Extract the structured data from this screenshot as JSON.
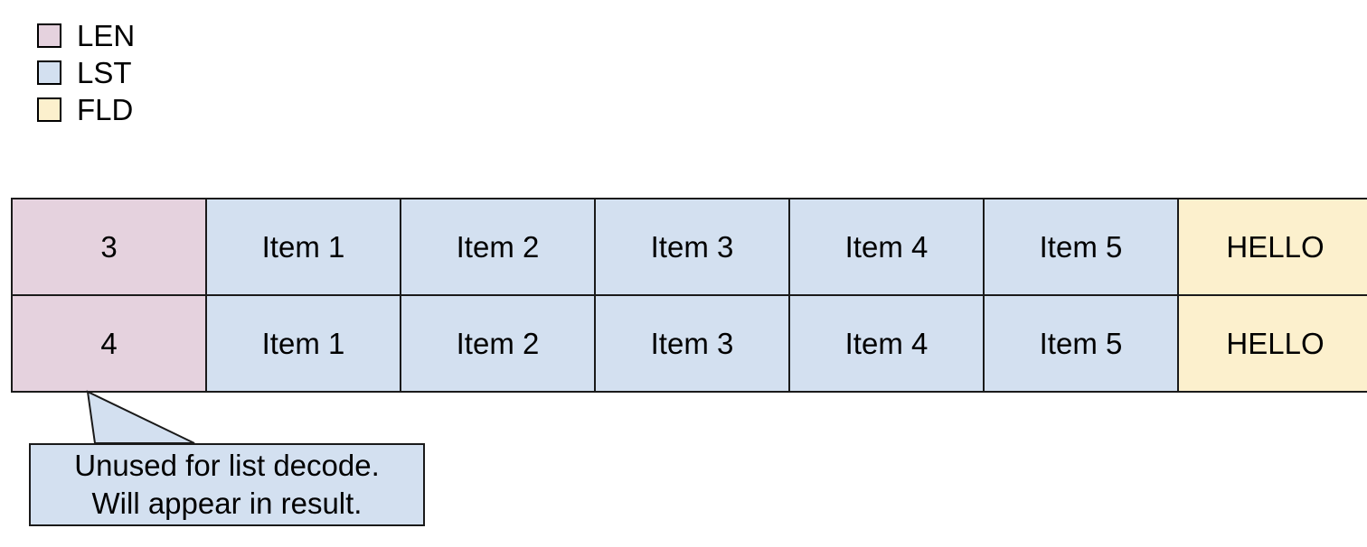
{
  "legend": {
    "items": [
      {
        "label": "LEN",
        "color": "#e5d2de",
        "icon": "legend-swatch-icon"
      },
      {
        "label": "LST",
        "color": "#d3e0f0",
        "icon": "legend-swatch-icon"
      },
      {
        "label": "FLD",
        "color": "#fcf0cd",
        "icon": "legend-swatch-icon"
      }
    ]
  },
  "table": {
    "columns": [
      {
        "kind": "LEN",
        "color": "#e5d2de"
      },
      {
        "kind": "LST",
        "color": "#d3e0f0"
      },
      {
        "kind": "LST",
        "color": "#d3e0f0"
      },
      {
        "kind": "LST",
        "color": "#d3e0f0"
      },
      {
        "kind": "LST",
        "color": "#d3e0f0"
      },
      {
        "kind": "LST",
        "color": "#d3e0f0"
      },
      {
        "kind": "FLD",
        "color": "#fcf0cd"
      }
    ],
    "rows": [
      {
        "cells": [
          "3",
          "Item 1",
          "Item 2",
          "Item 3",
          "Item 4",
          "Item 5",
          "HELLO"
        ]
      },
      {
        "cells": [
          "4",
          "Item 1",
          "Item 2",
          "Item 3",
          "Item 4",
          "Item 5",
          "HELLO"
        ]
      }
    ]
  },
  "callout": {
    "lines": [
      "Unused for list decode.",
      "Will appear in result."
    ],
    "fill": "#d3e0f0",
    "stroke": "#1a1a1a",
    "points_to": "len-cell-row2"
  },
  "colors": {
    "len": "#e5d2de",
    "lst": "#d3e0f0",
    "fld": "#fcf0cd",
    "stroke": "#1a1a1a",
    "background": "#ffffff"
  }
}
